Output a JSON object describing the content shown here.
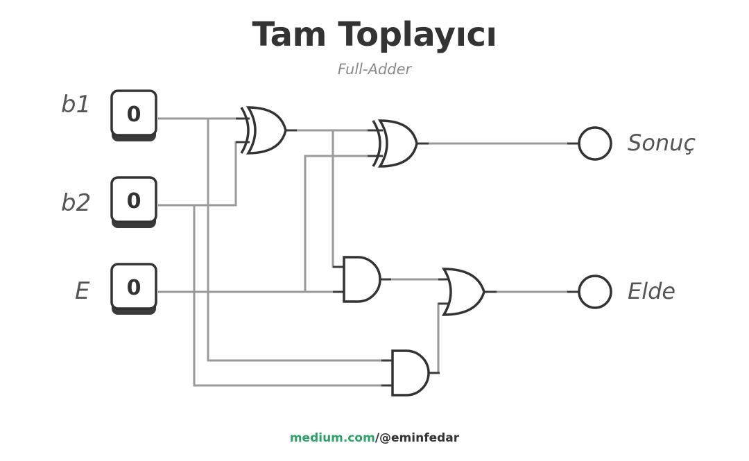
{
  "header": {
    "title": "Tam Toplayıcı",
    "subtitle": "Full-Adder"
  },
  "inputs": [
    {
      "label": "b1",
      "value": "0"
    },
    {
      "label": "b2",
      "value": "0"
    },
    {
      "label": "E",
      "value": "0"
    }
  ],
  "outputs": [
    {
      "label": "Sonuç"
    },
    {
      "label": "Elde"
    }
  ],
  "gates": [
    {
      "type": "XOR"
    },
    {
      "type": "XOR"
    },
    {
      "type": "AND"
    },
    {
      "type": "AND"
    },
    {
      "type": "OR"
    }
  ],
  "footer": {
    "site": "medium.com",
    "separator": "/",
    "handle": "@eminfedar"
  },
  "colors": {
    "wire": "#9a9a9a",
    "gate_stroke": "#333333",
    "site_green": "#2aa368"
  }
}
